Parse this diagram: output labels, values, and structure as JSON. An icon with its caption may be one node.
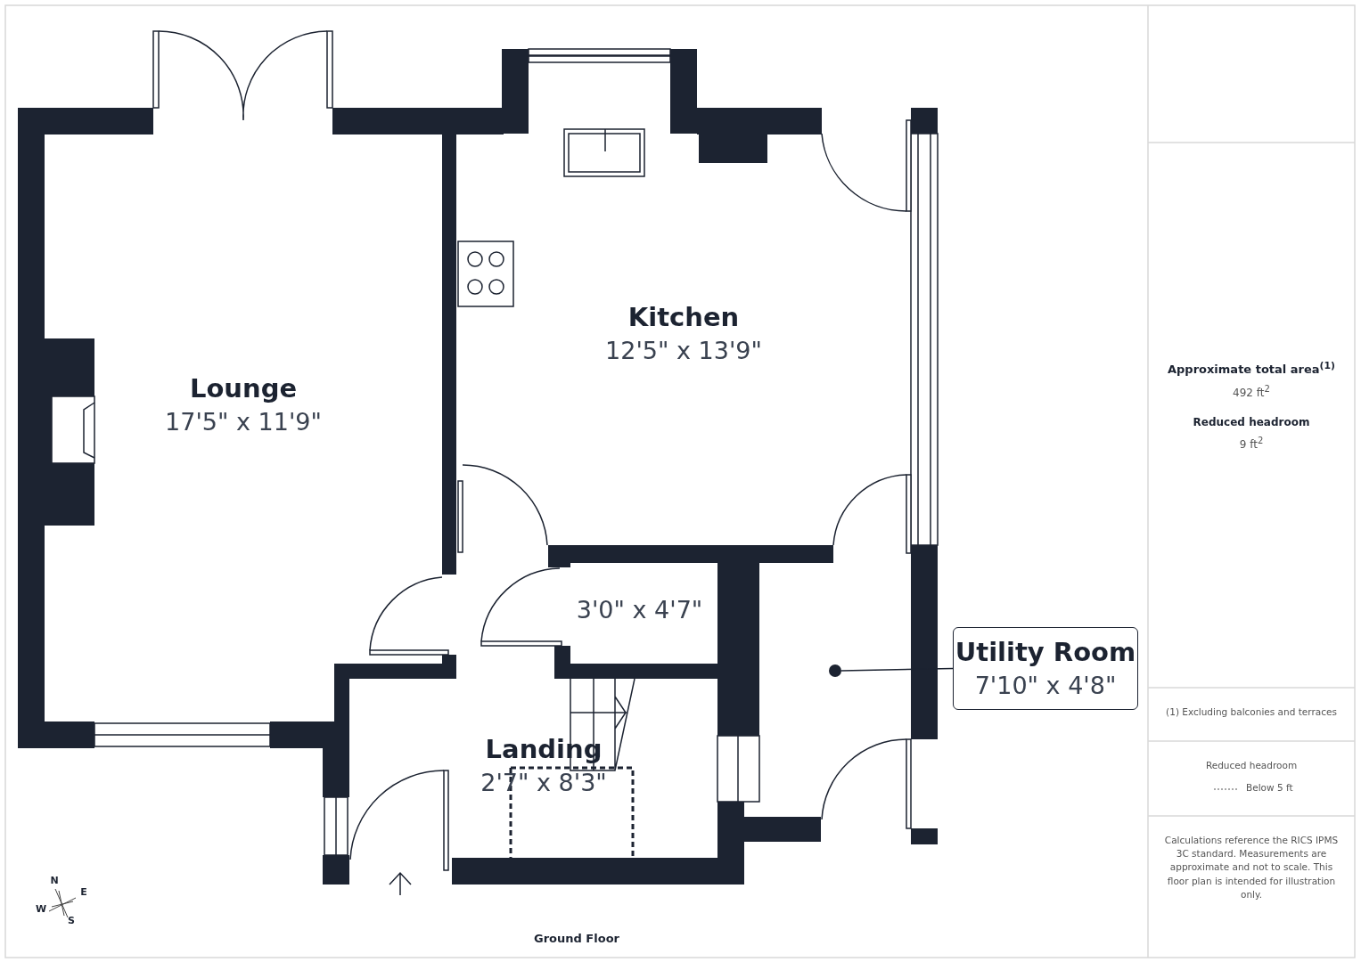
{
  "diagram": {
    "nodes": [
      {
        "text": [
          "Lounge",
          "17'5\" x 11'9\""
        ]
      },
      {
        "text": [
          "Kitchen",
          "12'5\" x 13'9\""
        ]
      },
      {
        "text": [
          "3'0\" x 4'7\""
        ]
      },
      {
        "text": [
          "Landing",
          "2'7\" x 8'3\""
        ]
      },
      {
        "text": [
          "Utility Room",
          "7'10\" x 4'8\""
        ]
      },
      {
        "text": [],
        "shape": "circle"
      }
    ],
    "edges": [
      {
        "from": 4,
        "to": 5,
        "arrow": "none"
      }
    ],
    "labels": [
      "N",
      "E",
      "W",
      "S",
      "Ground Floor",
      "Approximate total area$^{(1)}$",
      "492 ft$^{2}$",
      "Reduced headroom",
      "9 ft$^{2}$",
      "(1) Excluding balconies and terraces",
      "Reduced headroom",
      "Calculations reference the RICS IPMS 3C standard. Measurements are approximate and not to scale. This floor plan is intended for illustration only."
    ],
    "legend": [
      {
        "text": "Below 5 ft"
      }
    ]
  }
}
